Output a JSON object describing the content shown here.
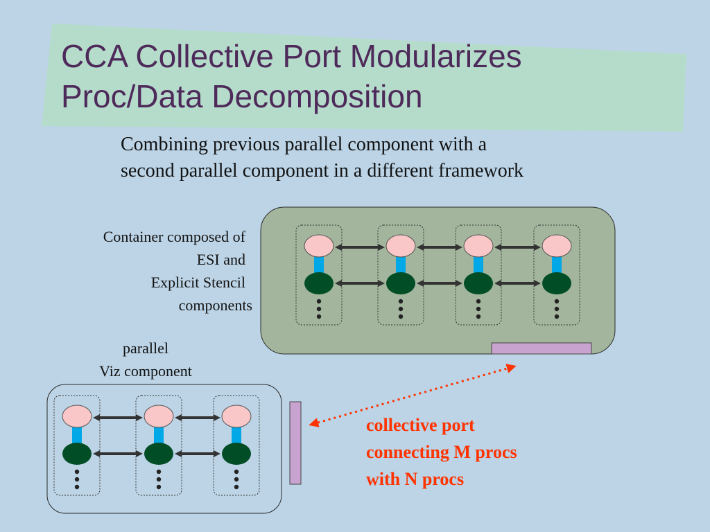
{
  "slide": {
    "title_line1": "CCA Collective Port Modularizes",
    "title_line2": "Proc/Data Decomposition",
    "subtitle_line1": "Combining previous parallel component with a",
    "subtitle_line2": "second parallel component in a different framework",
    "container_label": [
      "Container composed of",
      "ESI and",
      "Explicit Stencil",
      "components"
    ],
    "viz_label": [
      "parallel",
      "Viz component"
    ],
    "port_label": [
      "collective port",
      "connecting M procs",
      "with N procs"
    ]
  },
  "colors": {
    "background": "#bcd4e6",
    "title_banner": "#b5dccb",
    "title_text": "#4e2a5a",
    "container_box": "#a3b59c",
    "process_top": "#f9c7c7",
    "process_bottom": "#004d26",
    "process_link": "#00a8e8",
    "port_bar": "#c9a3cf",
    "port_arrow": "#ff3300",
    "arrow": "#333333"
  },
  "diagram": {
    "container_process_count": 4,
    "viz_process_count": 3
  }
}
